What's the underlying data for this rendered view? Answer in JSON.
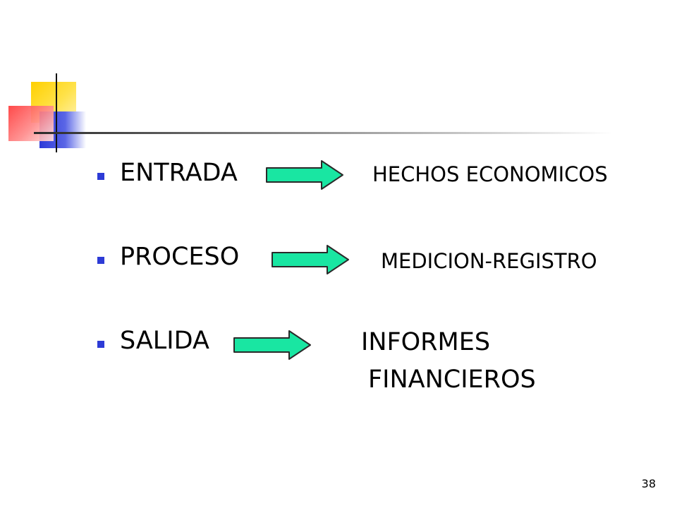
{
  "slide": {
    "bullets": [
      {
        "label": "ENTRADA",
        "result": "HECHOS ECONOMICOS"
      },
      {
        "label": "PROCESO",
        "result": "MEDICION-REGISTRO"
      },
      {
        "label": "SALIDA",
        "result_line1": "INFORMES",
        "result_line2": "FINANCIEROS"
      }
    ],
    "page_number": "38"
  },
  "colors": {
    "arrow_fill": "#19e6a2",
    "arrow_stroke": "#2a2a2a",
    "bullet": "#2d3bd6",
    "ornament_yellow": "#ffd000",
    "ornament_blue": "#2e3ad8",
    "ornament_red": "#ff3a3a"
  },
  "icons": [
    "right-arrow-icon",
    "square-bullet-icon"
  ]
}
